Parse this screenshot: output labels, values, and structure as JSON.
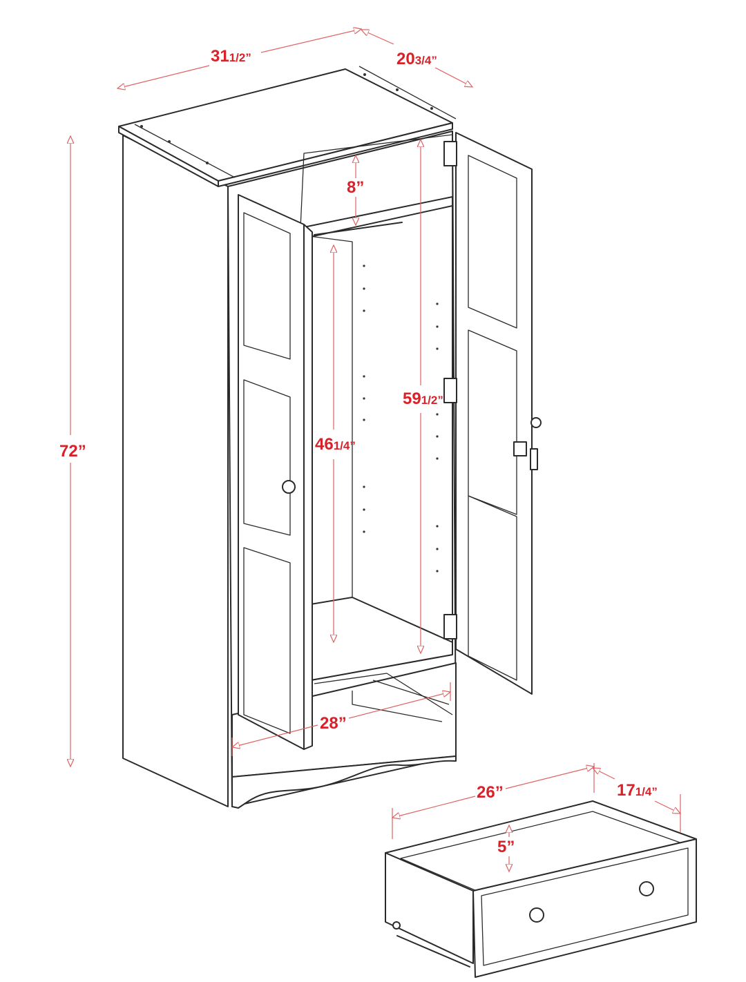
{
  "colors": {
    "dimension_text": "#d9212a",
    "dimension_line": "#e06060",
    "outline": "#2a2a2a"
  },
  "dimensions": {
    "top_width": {
      "whole": "31",
      "fraction": "1/2”"
    },
    "top_depth": {
      "whole": "20",
      "fraction": "3/4”"
    },
    "overall_height": {
      "whole": "72”",
      "fraction": ""
    },
    "top_shelf_gap": {
      "whole": "8”",
      "fraction": ""
    },
    "hanging_height": {
      "whole": "46",
      "fraction": "1/4”"
    },
    "interior_height": {
      "whole": "59",
      "fraction": "1/2”"
    },
    "drawer_bay_width": {
      "whole": "28”",
      "fraction": ""
    },
    "drawer_width": {
      "whole": "26”",
      "fraction": ""
    },
    "drawer_depth": {
      "whole": "17",
      "fraction": "1/4”"
    },
    "drawer_height": {
      "whole": "5”",
      "fraction": ""
    }
  }
}
